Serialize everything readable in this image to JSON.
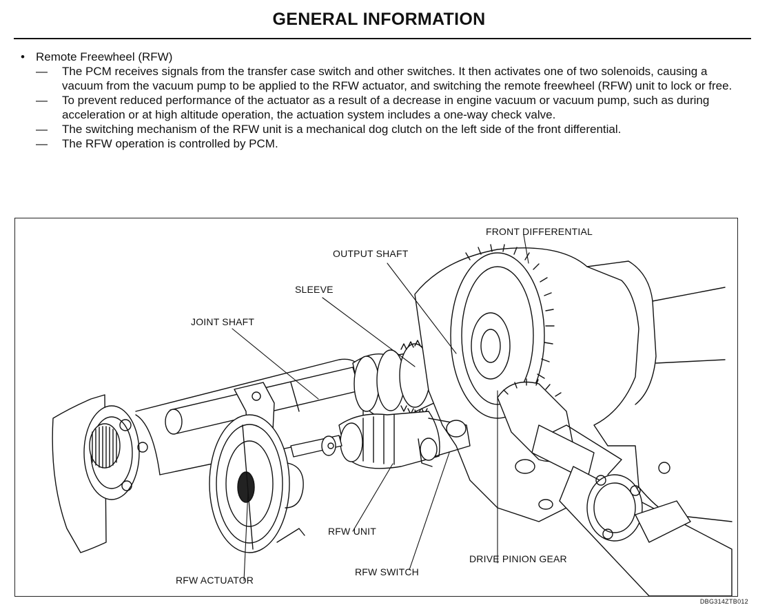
{
  "page": {
    "title": "GENERAL INFORMATION",
    "bullet_glyph": "•",
    "dash_glyph": "—",
    "section_heading": "Remote Freewheel (RFW)",
    "items": [
      "The PCM receives signals from the transfer case switch and other switches. It then activates one of two solenoids, causing a vacuum from the vacuum pump to be applied to the RFW actuator, and switching the remote freewheel (RFW) unit to lock or free.",
      "To prevent reduced performance of the actuator as a result of a decrease in engine vacuum or vacuum pump, such as during acceleration or at high altitude operation, the actuation system includes a one-way check valve.",
      "The switching mechanism of the RFW unit is a mechanical dog clutch on the left side of the front differential.",
      "The RFW operation is controlled by PCM."
    ]
  },
  "figure": {
    "labels": {
      "front_differential": "FRONT DIFFERENTIAL",
      "output_shaft": "OUTPUT SHAFT",
      "sleeve": "SLEEVE",
      "joint_shaft": "JOINT SHAFT",
      "rfw_unit": "RFW UNIT",
      "drive_pinion_gear": "DRIVE PINION GEAR",
      "rfw_switch": "RFW SWITCH",
      "rfw_actuator": "RFW ACTUATOR"
    },
    "code": "DBG314ZTB012"
  }
}
